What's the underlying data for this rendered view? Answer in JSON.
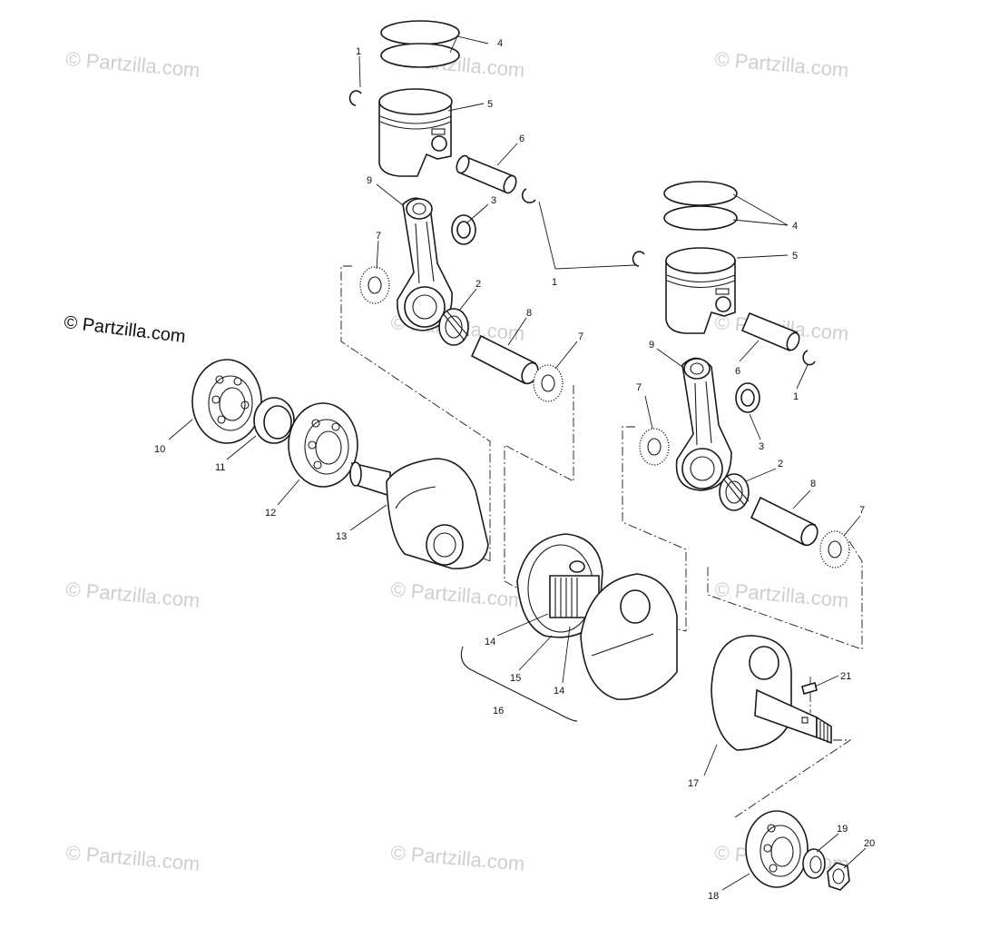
{
  "credit": "© Partzilla.com",
  "watermark": "© Partzilla.com",
  "callouts": {
    "n1a": "1",
    "n1b": "1",
    "n1c": "1",
    "n2a": "2",
    "n2b": "2",
    "n3a": "3",
    "n3b": "3",
    "n4a": "4",
    "n4b": "4",
    "n5a": "5",
    "n5b": "5",
    "n6a": "6",
    "n6b": "6",
    "n7a": "7",
    "n7b": "7",
    "n7c": "7",
    "n7d": "7",
    "n8a": "8",
    "n8b": "8",
    "n9a": "9",
    "n9b": "9",
    "n10": "10",
    "n11": "11",
    "n12": "12",
    "n13": "13",
    "n14a": "14",
    "n14b": "14",
    "n15": "15",
    "n16": "16",
    "n17": "17",
    "n18": "18",
    "n19": "19",
    "n20": "20",
    "n21": "21"
  }
}
